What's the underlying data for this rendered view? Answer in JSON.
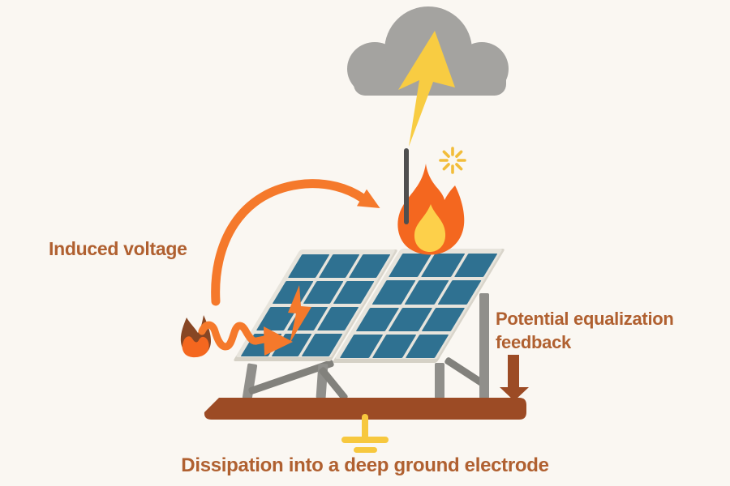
{
  "labels": {
    "induced_voltage": "Induced voltage",
    "potential_equalization_feedback": "Potential equalization feedback",
    "dissipation": "Dissipation into a deep ground electrode"
  },
  "palette": {
    "background": "#faf7f2",
    "label_text_brown": "#b06030",
    "arrow_orange": "#f5792b",
    "flame_orange": "#f4671f",
    "flame_inner_yellow": "#fdd04a",
    "surge_flame_dark": "#874624",
    "lightning_yellow": "#f8cc42",
    "spark_yellow": "#f2bd3a",
    "cloud_gray": "#a4a3a0",
    "rod_gray": "#4f4f4f",
    "panel_cell_blue": "#2f7191",
    "panel_frame_gray": "#e7e4dc",
    "support_gray": "#908f8b",
    "ground_bar_brown": "#9c4b25",
    "ground_symbol_yellow": "#f7c83e"
  },
  "solar_array": {
    "panel_count": 2,
    "columns_per_panel": 3,
    "rows_per_panel": 4
  },
  "icons": [
    "storm-cloud-icon",
    "lightning-strike-arrow-icon",
    "air-termination-rod",
    "spark-icon",
    "fire-icon",
    "induced-voltage-arrow-icon",
    "surge-flame-icon",
    "surge-wave-arrow-icon",
    "panel-arc-bolt-icon",
    "equalization-down-arrow-icon",
    "ground-electrode-symbol-icon"
  ]
}
